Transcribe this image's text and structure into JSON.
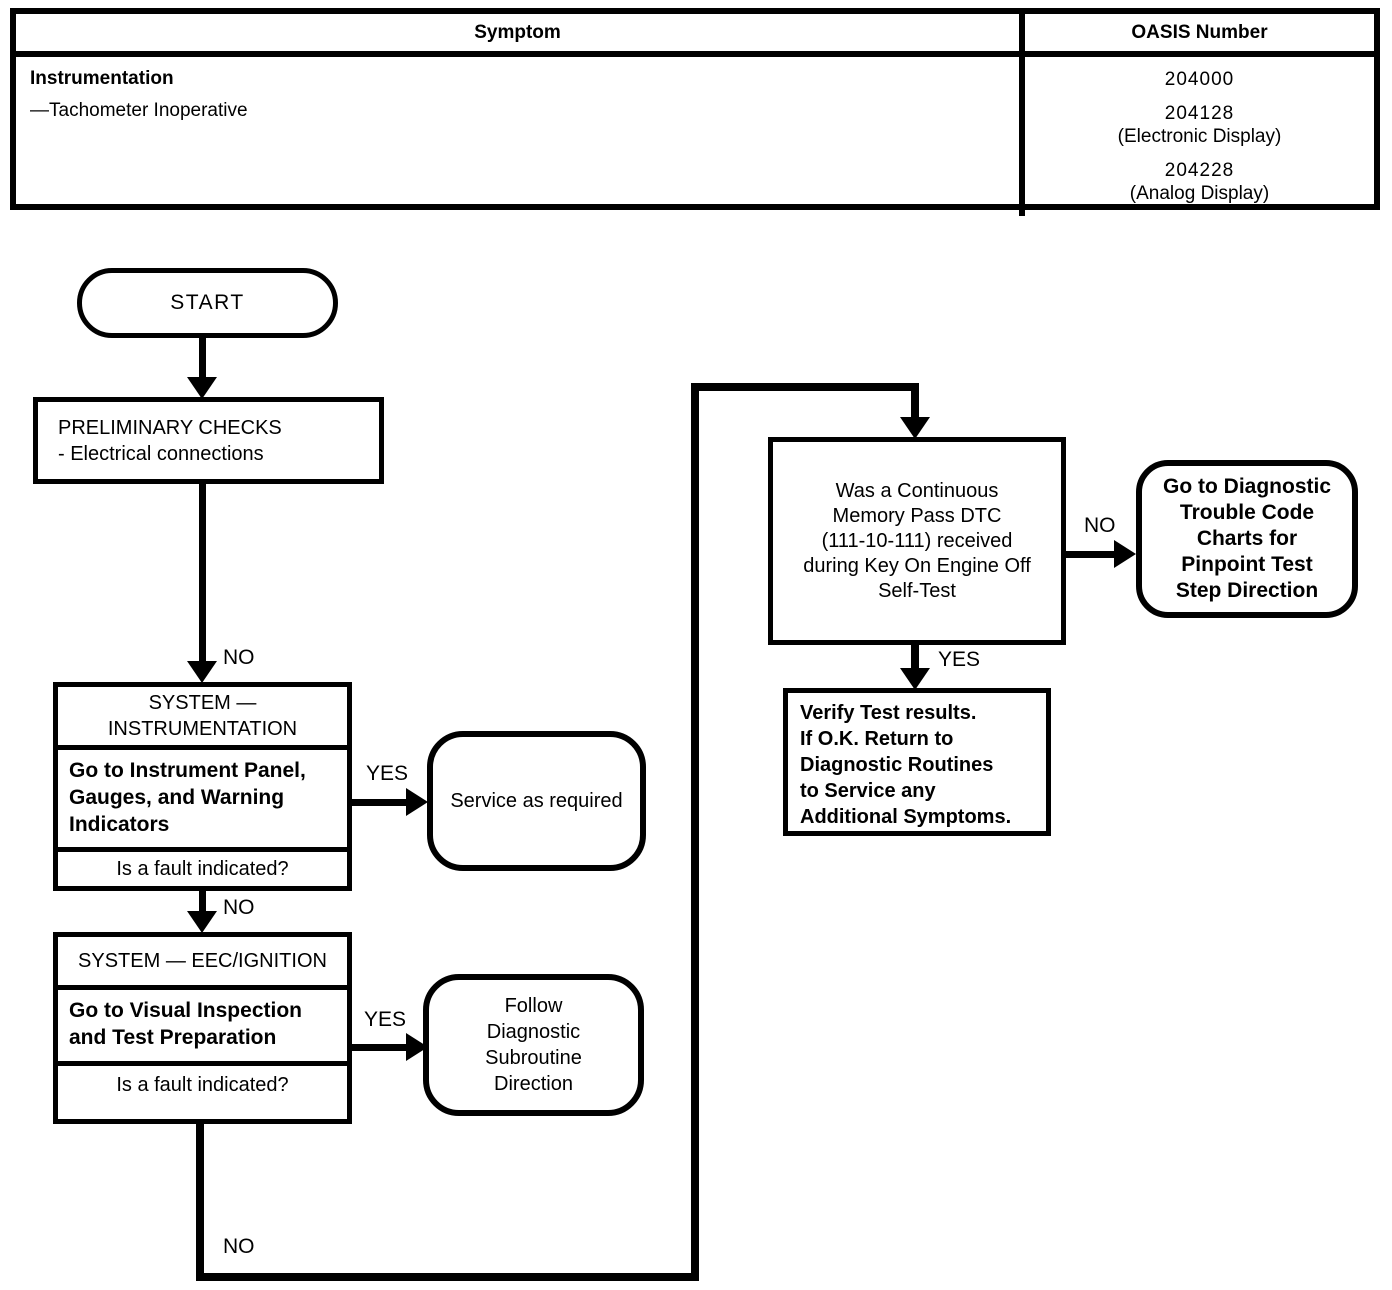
{
  "table": {
    "headers": {
      "symptom": "Symptom",
      "oasis": "OASIS Number"
    },
    "symptom": {
      "category": "Instrumentation",
      "item": "—Tachometer Inoperative"
    },
    "oasis": [
      {
        "number": "204000",
        "note": ""
      },
      {
        "number": "204128",
        "note": "(Electronic Display)"
      },
      {
        "number": "204228",
        "note": "(Analog Display)"
      }
    ]
  },
  "flow": {
    "start": "START",
    "preliminary": "PRELIMINARY CHECKS\n- Electrical connections",
    "instrumentation": {
      "header": "SYSTEM —\nINSTRUMENTATION",
      "action": "Go to Instrument Panel,\nGauges, and Warning\nIndicators",
      "question": "Is a fault indicated?"
    },
    "service": "Service as required",
    "eec": {
      "header": "SYSTEM — EEC/IGNITION",
      "action": "Go to Visual Inspection\nand Test Preparation",
      "question": "Is a fault indicated?"
    },
    "follow": "Follow\nDiagnostic\nSubroutine\nDirection",
    "continuous": "Was a Continuous\nMemory Pass DTC\n(111-10-111) received\nduring Key On Engine Off\nSelf-Test",
    "dtc": "Go to Diagnostic\nTrouble Code\nCharts for\nPinpoint Test\nStep Direction",
    "verify": "Verify Test results.\nIf O.K. Return to\nDiagnostic Routines\nto Service any\nAdditional Symptoms.",
    "labels": {
      "prelim_no": "NO",
      "instr_yes": "YES",
      "instr_no": "NO",
      "eec_yes": "YES",
      "eec_no": "NO",
      "cont_no": "NO",
      "cont_yes": "YES"
    }
  },
  "colors": {
    "ink": "#000000",
    "paper": "#ffffff"
  }
}
